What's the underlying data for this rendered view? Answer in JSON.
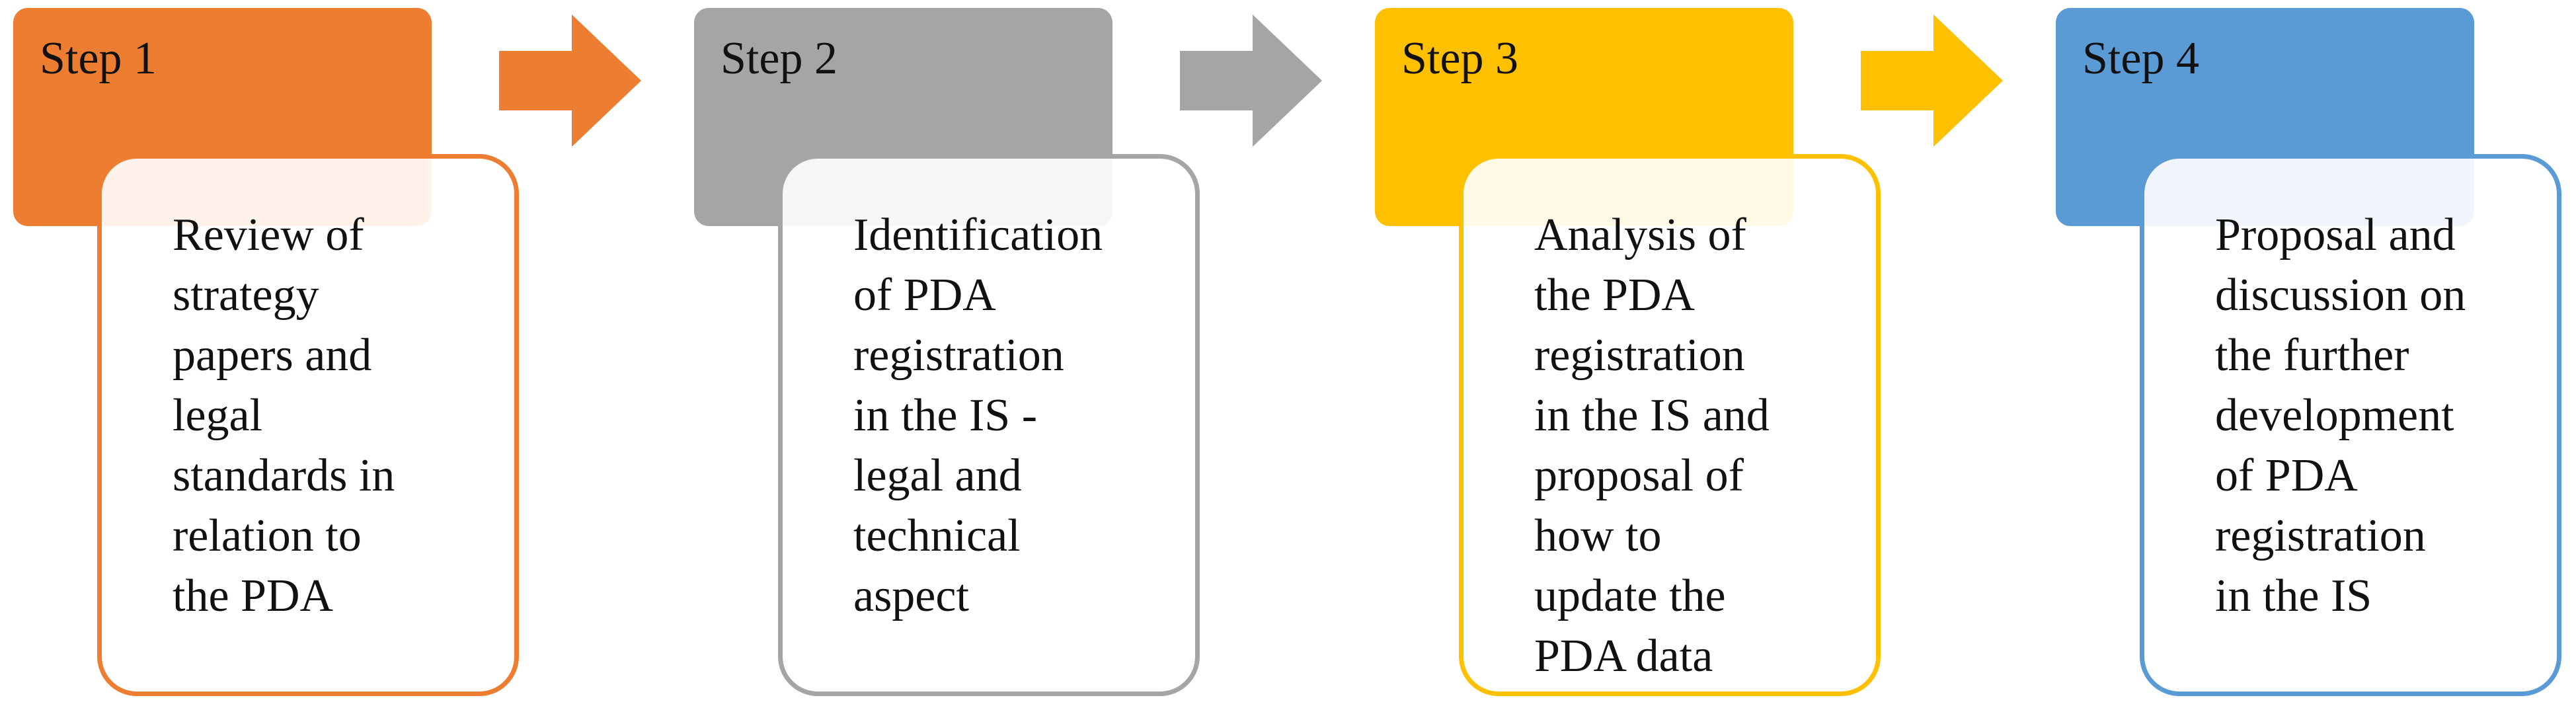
{
  "colors": {
    "step1": "#ED7D31",
    "step2": "#A5A5A5",
    "step3": "#FFC000",
    "step4": "#5B9BD5"
  },
  "steps": [
    {
      "label": "Step 1",
      "lines": [
        "Review of",
        "strategy",
        "papers and",
        "legal",
        "standards in",
        "relation to",
        "the PDA"
      ]
    },
    {
      "label": "Step 2",
      "lines": [
        "Identification",
        "of PDA",
        "registration",
        "in the IS -",
        "legal and",
        "technical",
        "aspect"
      ]
    },
    {
      "label": "Step 3",
      "lines": [
        "Analysis of",
        "the PDA",
        "registration",
        "in the IS and",
        "proposal of",
        "how to",
        "update the",
        "PDA data"
      ]
    },
    {
      "label": "Step 4",
      "lines": [
        "Proposal and",
        "discussion on",
        "the further",
        "development",
        "of PDA",
        "registration",
        "in the IS"
      ]
    }
  ]
}
